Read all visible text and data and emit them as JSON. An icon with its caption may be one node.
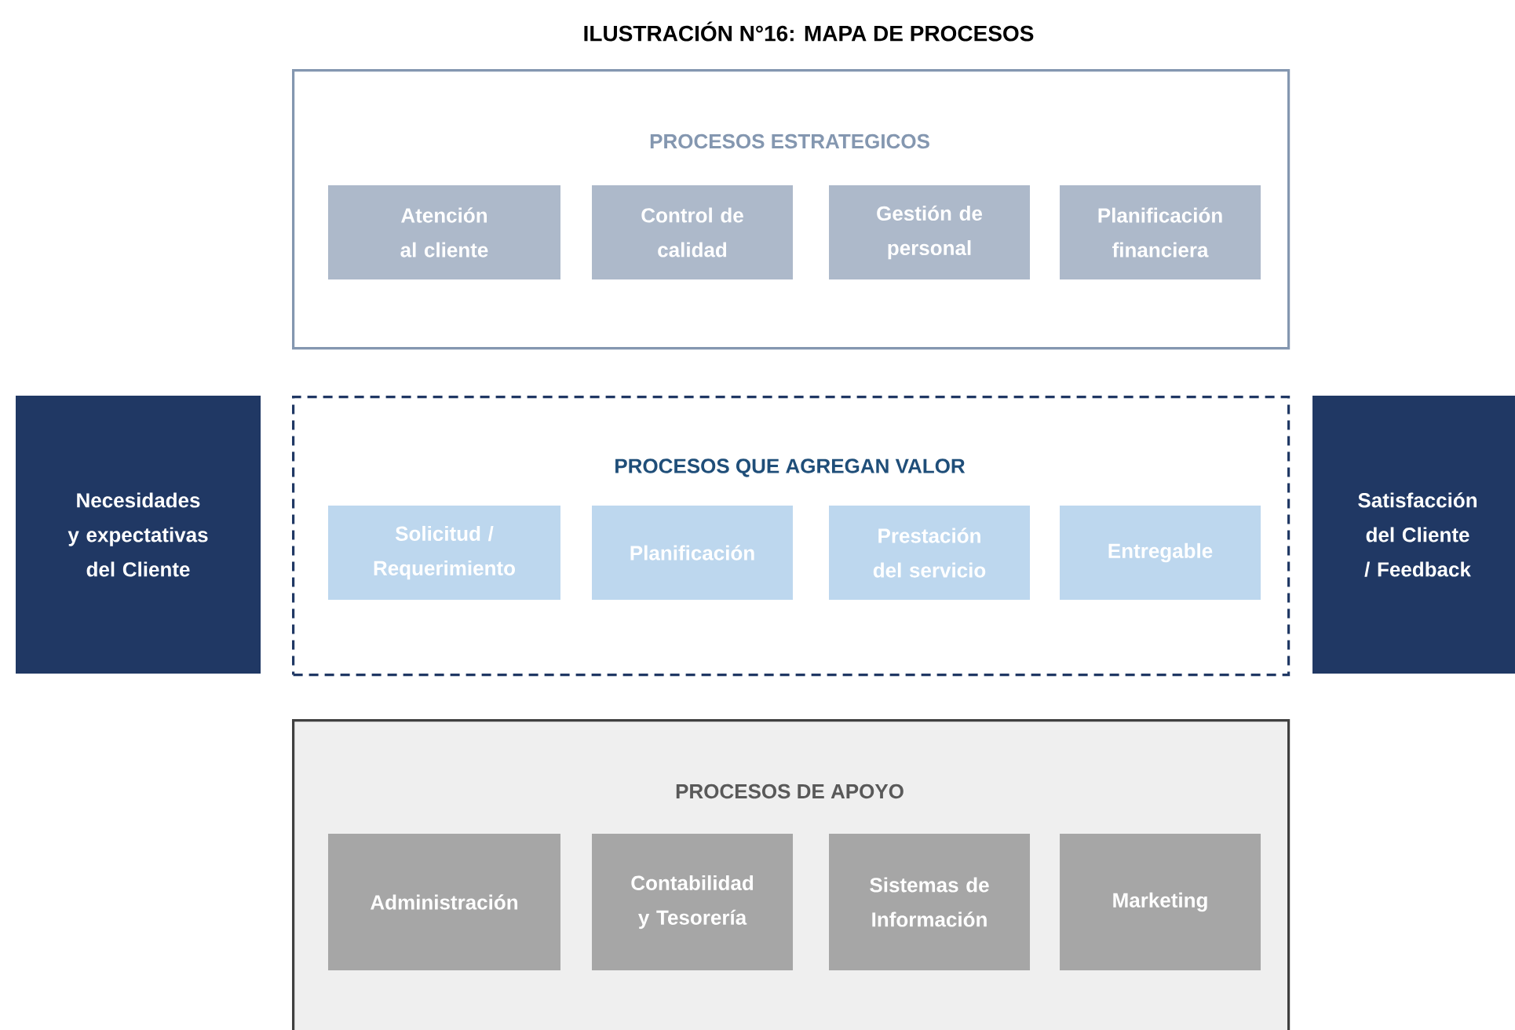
{
  "diagram": {
    "title": "ILUSTRACIÓN N°16: MAPA DE PROCESOS",
    "nodes": [
      {
        "text": [
          "PROCESOS ESTRATEGICOS"
        ]
      },
      {
        "text": [
          "Atención al cliente"
        ],
        "in": 0
      },
      {
        "text": [
          "Control de calidad"
        ],
        "in": 0
      },
      {
        "text": [
          "Gestión de personal"
        ],
        "in": 0
      },
      {
        "text": [
          "Planificación financiera"
        ],
        "in": 0
      },
      {
        "text": [
          "Necesidades y expectativas del Cliente"
        ]
      },
      {
        "text": [
          "PROCESOS QUE AGREGAN VALOR"
        ]
      },
      {
        "text": [
          "Solicitud / Requerimiento"
        ],
        "in": 6
      },
      {
        "text": [
          "Planificación"
        ],
        "in": 6
      },
      {
        "text": [
          "Prestación del servicio"
        ],
        "in": 6
      },
      {
        "text": [
          "Entregable"
        ],
        "in": 6
      },
      {
        "text": [
          "Satisfacción del Cliente / Feedback"
        ]
      },
      {
        "text": [
          "PROCESOS DE APOYO"
        ]
      },
      {
        "text": [
          "Administración"
        ],
        "in": 12
      },
      {
        "text": [
          "Contabilidad y Tesorería"
        ],
        "in": 12
      },
      {
        "text": [
          "Sistemas de Información"
        ],
        "in": 12
      },
      {
        "text": [
          "Marketing"
        ],
        "in": 12
      }
    ]
  }
}
